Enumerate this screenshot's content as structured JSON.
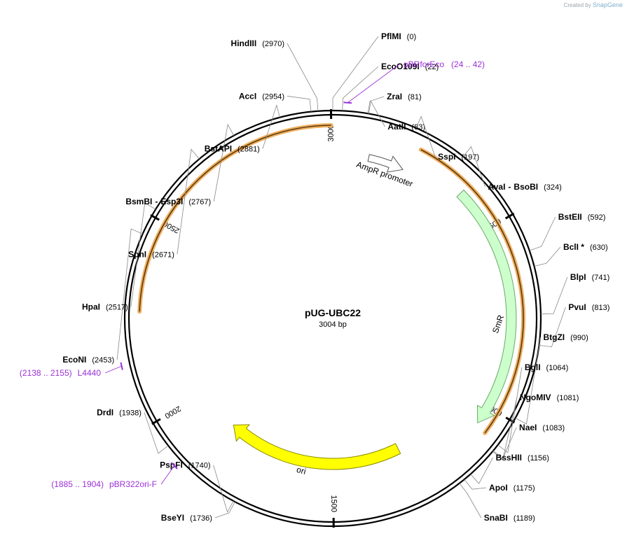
{
  "watermark": {
    "created_by": "Created by",
    "brand": "SnapGene"
  },
  "plasmid": {
    "name": "pUG-UBC22",
    "length_label": "3004 bp",
    "length": 3004
  },
  "ticks": [
    "500",
    "1000",
    "1500",
    "2000",
    "2500",
    "3000"
  ],
  "tick_positions": [
    500,
    1000,
    1500,
    2000,
    2500,
    3000
  ],
  "colors": {
    "primer": "#9b30d9",
    "ori": "#ffff00",
    "smr": "#ccffcc",
    "amp_outline": "#f0b060",
    "backbone": "#000000"
  },
  "features": [
    {
      "name": "AmpR promoter",
      "type": "promoter",
      "start": 105,
      "end": 210
    },
    {
      "name": "SmR",
      "type": "cds",
      "start": 380,
      "end": 1050,
      "color": "#ccffcc"
    },
    {
      "name": "ori",
      "type": "origin",
      "start": 1280,
      "end": 1860,
      "color": "#ffff00"
    }
  ],
  "orf_arcs": [
    {
      "start": 230,
      "end": 1060
    },
    {
      "start": 2270,
      "end": 3000
    }
  ],
  "sites": [
    {
      "name": "PflMI",
      "pos": "(0)",
      "bp": 0
    },
    {
      "name": "EcoO109I",
      "pos": "(22)",
      "bp": 22
    },
    {
      "name": "ZraI",
      "pos": "(81)",
      "bp": 81
    },
    {
      "name": "AatII",
      "pos": "(83)",
      "bp": 83
    },
    {
      "name": "SspI",
      "pos": "(197)",
      "bp": 197
    },
    {
      "name": "AvaI",
      "extra": "BsoBI",
      "pos": "(324)",
      "bp": 324
    },
    {
      "name": "BstEII",
      "pos": "(592)",
      "bp": 592
    },
    {
      "name": "BclI *",
      "pos": "(630)",
      "bp": 630
    },
    {
      "name": "BlpI",
      "pos": "(741)",
      "bp": 741
    },
    {
      "name": "PvuI",
      "pos": "(813)",
      "bp": 813
    },
    {
      "name": "BtgZI",
      "pos": "(990)",
      "bp": 990
    },
    {
      "name": "BglI",
      "pos": "(1064)",
      "bp": 1064
    },
    {
      "name": "NgoMIV",
      "pos": "(1081)",
      "bp": 1081
    },
    {
      "name": "NaeI",
      "pos": "(1083)",
      "bp": 1083
    },
    {
      "name": "BssHII",
      "pos": "(1156)",
      "bp": 1156
    },
    {
      "name": "ApoI",
      "pos": "(1175)",
      "bp": 1175
    },
    {
      "name": "SnaBI",
      "pos": "(1189)",
      "bp": 1189
    },
    {
      "name": "BseYI",
      "pos": "(1736)",
      "bp": 1736
    },
    {
      "name": "PspFI",
      "pos": "(1740)",
      "bp": 1740
    },
    {
      "name": "DrdI",
      "pos": "(1938)",
      "bp": 1938
    },
    {
      "name": "EcoNI",
      "pos": "(2453)",
      "bp": 2453
    },
    {
      "name": "HpaI",
      "pos": "(2517)",
      "bp": 2517
    },
    {
      "name": "SphI",
      "pos": "(2671)",
      "bp": 2671
    },
    {
      "name": "BsmBI",
      "extra": "Esp3I",
      "pos": "(2767)",
      "bp": 2767
    },
    {
      "name": "BstAPI",
      "pos": "(2881)",
      "bp": 2881
    },
    {
      "name": "AccI",
      "pos": "(2954)",
      "bp": 2954
    },
    {
      "name": "HindIII",
      "pos": "(2970)",
      "bp": 2970
    }
  ],
  "primers": [
    {
      "name": "pBRforEco",
      "range": "(24 .. 42)",
      "start": 24,
      "end": 42
    },
    {
      "name": "L4440",
      "range": "(2138 .. 2155)",
      "start": 2138,
      "end": 2155
    },
    {
      "name": "pBR322ori-F",
      "range": "(1885 .. 1904)",
      "start": 1885,
      "end": 1904
    }
  ]
}
